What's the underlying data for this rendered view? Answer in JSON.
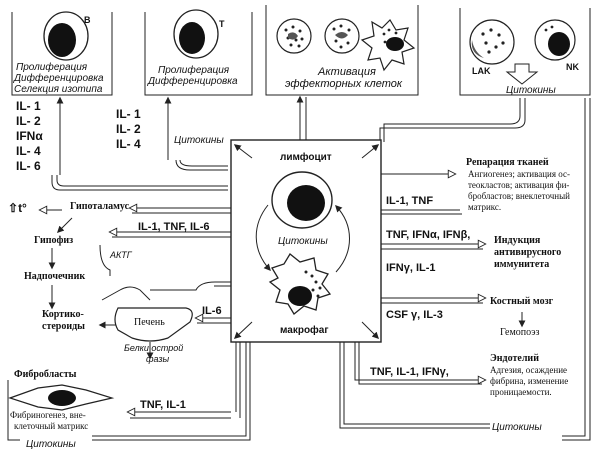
{
  "colors": {
    "ink": "#111111",
    "dark": "#1a1a1a",
    "paper": "#ffffff",
    "arrow": "#222222"
  },
  "top": {
    "b_cell": {
      "label": "B",
      "lines": [
        "Пролиферация",
        "Дифференцировка",
        "Селекция изотипа"
      ]
    },
    "t_cell": {
      "label": "T",
      "lines": [
        "Пролиферация",
        "Дифференцировка"
      ]
    },
    "effector": {
      "lines": [
        "Активация",
        "эффекторных клеток"
      ]
    },
    "nk": {
      "lak": "LAK",
      "nk": "NK",
      "cytokines": "Цитокины"
    }
  },
  "left_cytokines_b": [
    "IL- 1",
    "IL- 2",
    "IFNα",
    "IL- 4",
    "IL- 6"
  ],
  "left_cytokines_t": [
    "IL- 1",
    "IL- 2",
    "IL- 4"
  ],
  "t_cytokines_label": "Цитокины",
  "center": {
    "lymphocyte": "лимфоцит",
    "cytokines": "Цитокины",
    "macrophage": "макрофаг"
  },
  "left_chain": {
    "temperature": "t°",
    "hypothalamus": "Гипоталамус",
    "pituitary": "Гипофиз",
    "acth": "АКТГ",
    "adrenal": "Надпочечник",
    "corticosteroids": [
      "Кортико-",
      "стероиды"
    ],
    "liver": "Печень",
    "acute_phase": [
      "Белки острой",
      "фазы"
    ],
    "il6": "IL-6",
    "hypo_arrow_label": "IL-1, TNF, IL-6"
  },
  "fibroblasts": {
    "title": "Фибробласты",
    "lines": [
      "Фибриногенез, вне-",
      "клеточный матрикс"
    ],
    "arrow_label": "TNF, IL-1",
    "cytokines": "Цитокины"
  },
  "right": {
    "repair": {
      "title": "Репарация тканей",
      "lines": [
        "Ангиогенез; активация ос-",
        "теокластов; активация фи-",
        "бробластов; внеклеточный",
        "матрикс."
      ],
      "arrow_label": "IL-1, TNF"
    },
    "antiviral": {
      "title": [
        "Индукция",
        "антивирусного",
        "иммунитета"
      ],
      "arrow_label": [
        "TNF, IFNα, IFNβ,",
        "IFNγ, IL-1"
      ]
    },
    "marrow": {
      "title": "Костный мозг",
      "sub": "Гемопоэз",
      "arrow_label": "CSF γ, IL-3"
    },
    "endothelium": {
      "title": "Эндотелий",
      "lines": [
        "Адгезия, осаждение",
        "фибрина, изменение",
        "проницаемости."
      ],
      "arrow_label": "TNF, IL-1, IFNγ,"
    },
    "bottom_cytokines": "Цитокины"
  }
}
